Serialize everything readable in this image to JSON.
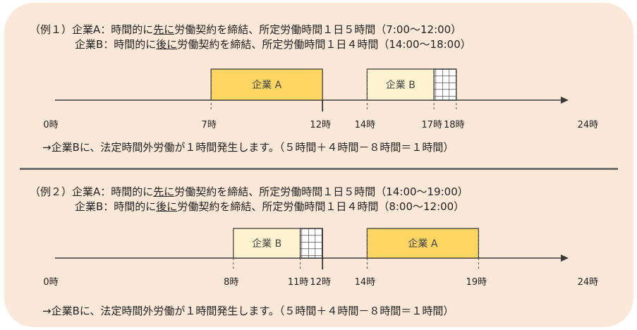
{
  "example1": {
    "tag": "（例１）",
    "lineA": {
      "prefix": "企業A：時間的に",
      "underlined": "先に",
      "suffix": "労働契約を締結、所定労働時間１日５時間（7:00～12:00）"
    },
    "lineB": {
      "prefix": "企業B：時間的に",
      "underlined": "後に",
      "suffix": "労働契約を締結、所定労働時間１日４時間（14:00～18:00）"
    },
    "timeline": {
      "axis": [
        0,
        24
      ],
      "bars": [
        {
          "label": "企業 A",
          "start": 7,
          "end": 12,
          "style": "strong"
        },
        {
          "label": "企業 B",
          "start": 14,
          "end": 17,
          "style": "light"
        }
      ],
      "overtime": {
        "start": 17,
        "end": 18
      },
      "ticks": [
        {
          "hour": 0,
          "label": "0時",
          "marker": "none"
        },
        {
          "hour": 7,
          "label": "7時",
          "marker": "dashed"
        },
        {
          "hour": 12,
          "label": "12時",
          "marker": "solid"
        },
        {
          "hour": 14,
          "label": "14時",
          "marker": "dashed"
        },
        {
          "hour": 17,
          "label": "17時",
          "marker": "dashed"
        },
        {
          "hour": 18,
          "label": "18時",
          "marker": "dashed"
        },
        {
          "hour": 24,
          "label": "24時",
          "marker": "none"
        }
      ]
    },
    "result": "→企業Bに、法定時間外労働が１時間発生します。（５時間＋４時間－８時間＝１時間）"
  },
  "example2": {
    "tag": "（例２）",
    "lineA": {
      "prefix": "企業A：時間的に",
      "underlined": "先に",
      "suffix": "労働契約を締結、所定労働時間１日５時間（14:00～19:00）"
    },
    "lineB": {
      "prefix": "企業B：時間的に",
      "underlined": "後に",
      "suffix": "労働契約を締結、所定労働時間１日４時間（8:00～12:00）"
    },
    "timeline": {
      "axis": [
        0,
        24
      ],
      "bars": [
        {
          "label": "企業 B",
          "start": 8,
          "end": 11,
          "style": "light"
        },
        {
          "label": "企業 A",
          "start": 14,
          "end": 19,
          "style": "strong"
        }
      ],
      "overtime": {
        "start": 11,
        "end": 12
      },
      "ticks": [
        {
          "hour": 0,
          "label": "0時",
          "marker": "none"
        },
        {
          "hour": 8,
          "label": "8時",
          "marker": "dashed"
        },
        {
          "hour": 11,
          "label": "11時",
          "marker": "dashed"
        },
        {
          "hour": 12,
          "label": "12時",
          "marker": "solid"
        },
        {
          "hour": 14,
          "label": "14時",
          "marker": "dashed"
        },
        {
          "hour": 19,
          "label": "19時",
          "marker": "dashed"
        },
        {
          "hour": 24,
          "label": "24時",
          "marker": "none"
        }
      ]
    },
    "result": "→企業Bに、法定時間外労働が１時間発生します。（５時間＋４時間－８時間＝１時間）"
  },
  "colors": {
    "panel": "#fce8d8",
    "strong": "#fcd562",
    "light": "#fff3cf",
    "border": "#333333",
    "axis": "#3a3a3a"
  }
}
